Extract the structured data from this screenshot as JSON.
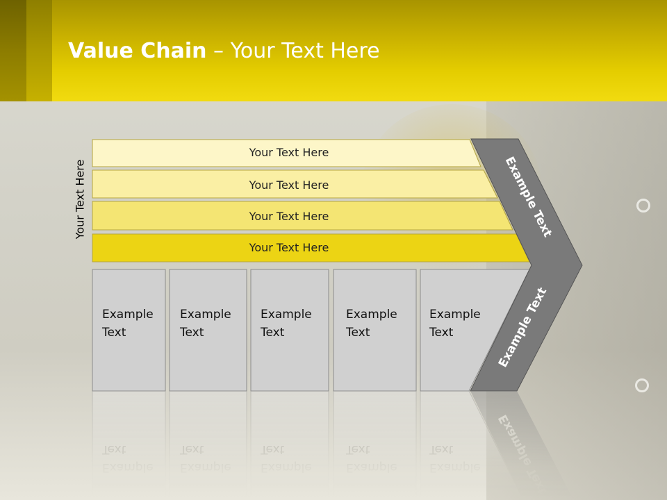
{
  "slide": {
    "title_bold": "Value Chain",
    "title_rest": " – Your Text Here",
    "side_label": "Your Text Here"
  },
  "bars": [
    {
      "label": "Your Text Here",
      "fill": "#fdf6c8"
    },
    {
      "label": "Your Text Here",
      "fill": "#faefa4"
    },
    {
      "label": "Your Text Here",
      "fill": "#f4e573"
    },
    {
      "label": "Your Text Here",
      "fill": "#ecd414"
    }
  ],
  "cells": [
    {
      "line1": "Example",
      "line2": "Text"
    },
    {
      "line1": "Example",
      "line2": "Text"
    },
    {
      "line1": "Example",
      "line2": "Text"
    },
    {
      "line1": "Example",
      "line2": "Text"
    },
    {
      "line1": "Example",
      "line2": "Text"
    }
  ],
  "chevron": {
    "upper_label": "Example Text",
    "lower_label": "Example Text",
    "fill": "#7a7a7a"
  },
  "colors": {
    "header_yellow": "#e4cd00",
    "cell_fill": "#d0d0d0",
    "cell_stroke": "#8c8c8c"
  }
}
